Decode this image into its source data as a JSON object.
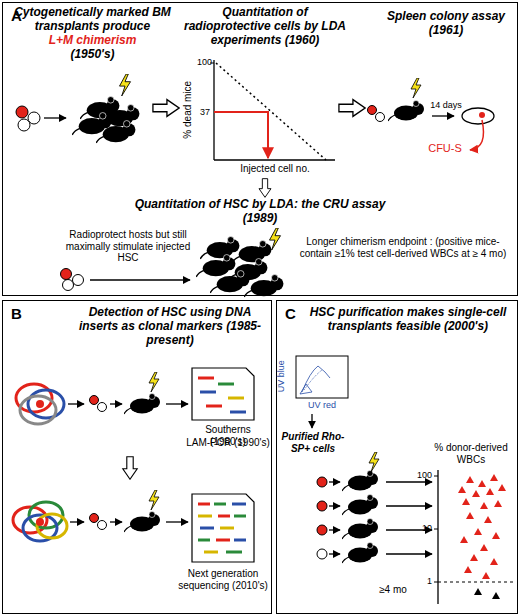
{
  "diagram": {
    "nodes": [
      {
        "text": [
          "A"
        ]
      },
      {
        "text": [
          "B"
        ]
      },
      {
        "text": [
          "C"
        ]
      }
    ],
    "labels": [
      "Cytogenetically marked BM transplants produce",
      "L+M chimerism",
      "(1950's)",
      "Quantitation of radioprotective cells by LDA experiments (1960)",
      "Spleen colony assay (1961)",
      "100",
      "% dead mice",
      "37",
      "Injected cell no.",
      "14 days",
      "CFU-S",
      "Quantitation of HSC by LDA: the CRU assay (1989)",
      "Radioprotect hosts but still maximally stimulate injected HSC",
      "Longer chimerism endpoint : (positive mice- contain ≥1% test cell-derived WBCs at ≥ 4 mo)",
      "Detection of HSC using DNA inserts as clonal markers (1985-present)",
      "Southerns (1980's)",
      "LAM-PCR (1990's)",
      "Next generation sequencing (2010's)",
      "HSC purification makes single-cell transplants feasible (2000's)",
      "UV blue",
      "UV red",
      "Purified Rho-SP+ cells",
      "% donor-derived WBCs",
      "100",
      "10",
      "1",
      "≥4 mo"
    ]
  }
}
